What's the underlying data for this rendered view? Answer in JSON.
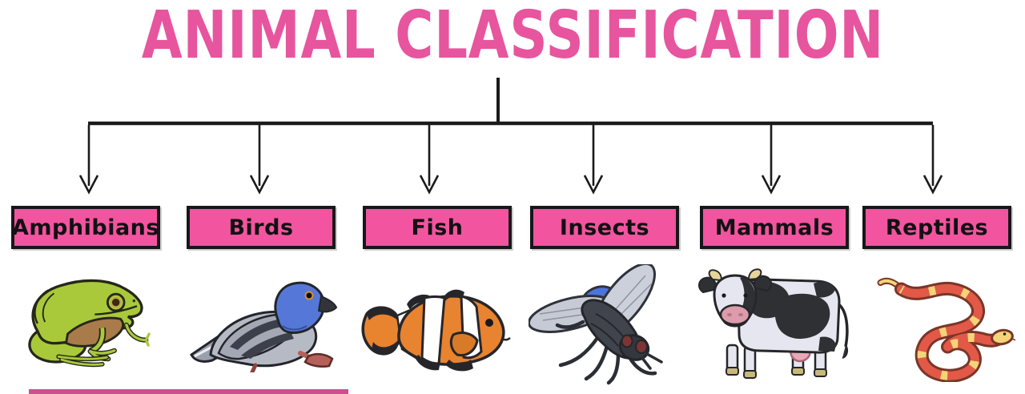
{
  "title": "ANIMAL CLASSIFICATION",
  "colors": {
    "title_pink": "#e7559e",
    "box_pink": "#f2549f",
    "box_border": "#17171a",
    "connector_black": "#1a1a1a",
    "underline_pink": "#ce4e91"
  },
  "categories": [
    {
      "label": "Amphibians",
      "icon": "frog-icon"
    },
    {
      "label": "Birds",
      "icon": "pigeon-icon"
    },
    {
      "label": "Fish",
      "icon": "clownfish-icon"
    },
    {
      "label": "Insects",
      "icon": "fly-icon"
    },
    {
      "label": "Mammals",
      "icon": "cow-icon"
    },
    {
      "label": "Reptiles",
      "icon": "snake-icon"
    }
  ]
}
